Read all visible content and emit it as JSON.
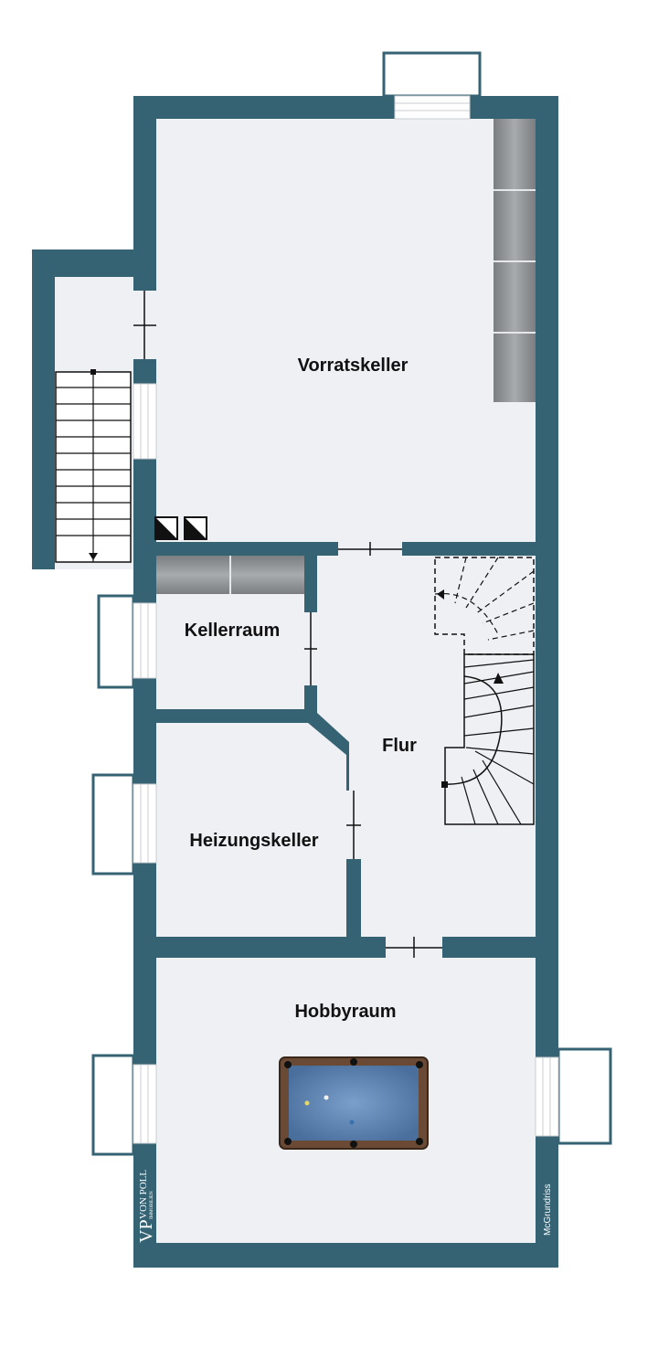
{
  "colors": {
    "wall": "#356373",
    "floor": "#eef0f4",
    "window_glass": "#ffffff",
    "table_frame": "#6b4a35",
    "table_felt": "#5d85b5",
    "shelf": "#8f9396",
    "background": "#ffffff"
  },
  "rooms": {
    "vorratskeller": "Vorratskeller",
    "kellerraum": "Kellerraum",
    "flur": "Flur",
    "heizungskeller": "Heizungskeller",
    "hobbyraum": "Hobbyraum"
  },
  "branding": {
    "logo_mark": "VP",
    "logo_name": "VON POLL",
    "logo_sub": "IMMOBILIEN",
    "credit": "McGrundriss"
  },
  "icons": {
    "stairs": "staircase-icon",
    "window": "window-icon",
    "door": "door-icon",
    "billiard": "billiard-table-icon",
    "shelf": "shelf-icon",
    "utility": "utility-box-icon"
  }
}
